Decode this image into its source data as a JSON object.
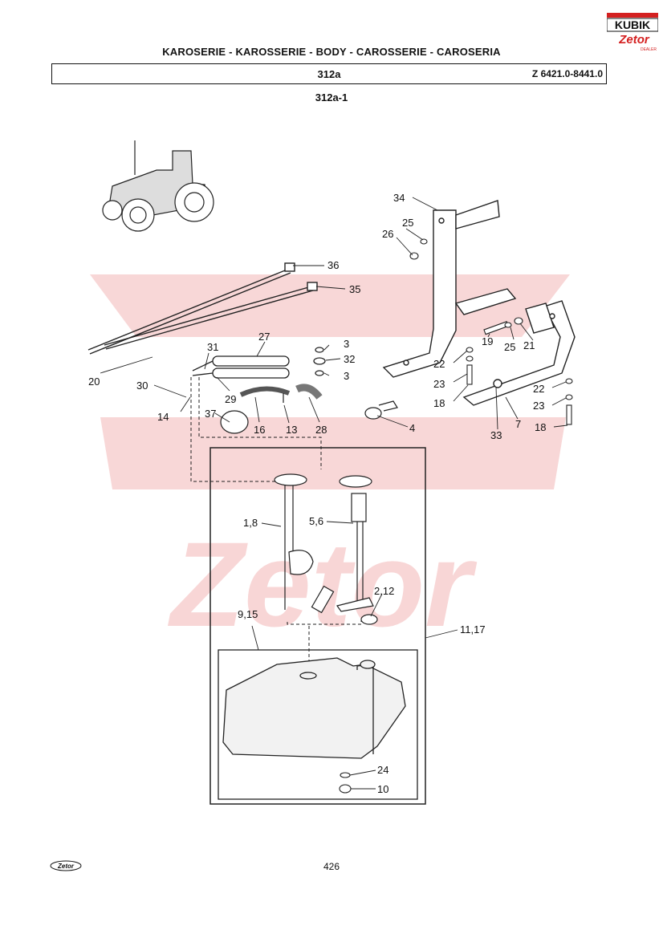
{
  "header": {
    "title": "KAROSERIE - KAROSSERIE - BODY - CAROSSERIE - CAROSERIA",
    "section_code": "312a",
    "catalog_ref": "Z 6421.0-8441.0",
    "sub_section": "312a-1"
  },
  "logo": {
    "brand": "KUBIK",
    "sub_brand": "Zetor",
    "dealer": "DEALER"
  },
  "watermark": {
    "text": "Zetor",
    "color": "#e04a4a"
  },
  "callouts": [
    {
      "id": "c34",
      "label": "34"
    },
    {
      "id": "c25a",
      "label": "25"
    },
    {
      "id": "c26",
      "label": "26"
    },
    {
      "id": "c36",
      "label": "36"
    },
    {
      "id": "c35",
      "label": "35"
    },
    {
      "id": "c27",
      "label": "27"
    },
    {
      "id": "c3a",
      "label": "3"
    },
    {
      "id": "c31",
      "label": "31"
    },
    {
      "id": "c32",
      "label": "32"
    },
    {
      "id": "c3b",
      "label": "3"
    },
    {
      "id": "c20",
      "label": "20"
    },
    {
      "id": "c30",
      "label": "30"
    },
    {
      "id": "c29",
      "label": "29"
    },
    {
      "id": "c14",
      "label": "14"
    },
    {
      "id": "c37",
      "label": "37"
    },
    {
      "id": "c16",
      "label": "16"
    },
    {
      "id": "c13",
      "label": "13"
    },
    {
      "id": "c28",
      "label": "28"
    },
    {
      "id": "c4",
      "label": "4"
    },
    {
      "id": "c22a",
      "label": "22"
    },
    {
      "id": "c19",
      "label": "19"
    },
    {
      "id": "c25b",
      "label": "25"
    },
    {
      "id": "c21",
      "label": "21"
    },
    {
      "id": "c23a",
      "label": "23"
    },
    {
      "id": "c18a",
      "label": "18"
    },
    {
      "id": "c22b",
      "label": "22"
    },
    {
      "id": "c23b",
      "label": "23"
    },
    {
      "id": "c7",
      "label": "7"
    },
    {
      "id": "c33",
      "label": "33"
    },
    {
      "id": "c18b",
      "label": "18"
    },
    {
      "id": "c18",
      "label": "1,8"
    },
    {
      "id": "c56",
      "label": "5,6"
    },
    {
      "id": "c212",
      "label": "2,12"
    },
    {
      "id": "c915",
      "label": "9,15"
    },
    {
      "id": "c1117",
      "label": "11,17"
    },
    {
      "id": "c24",
      "label": "24"
    },
    {
      "id": "c10",
      "label": "10"
    }
  ],
  "footer": {
    "page_number": "426",
    "brand": "Zetor"
  }
}
